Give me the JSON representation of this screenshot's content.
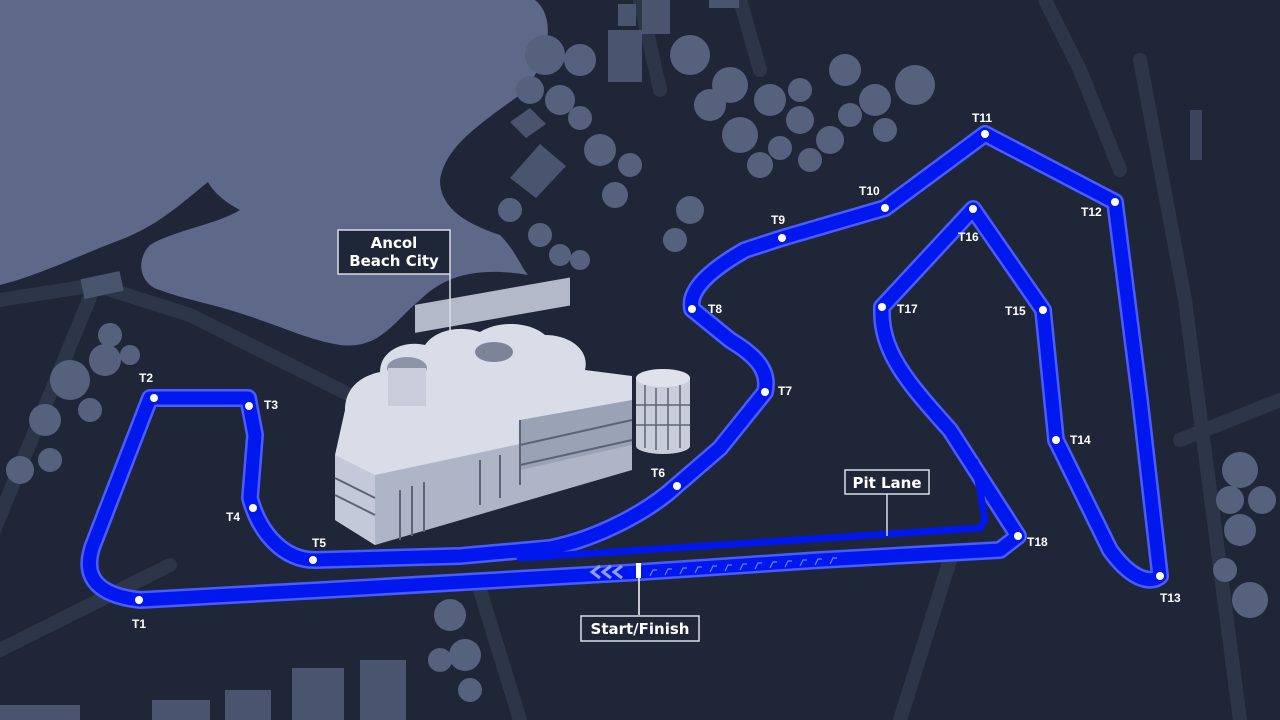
{
  "colors": {
    "background": "#1f2637",
    "water": "#5e6888",
    "trees": "#56617e",
    "buildings": "#4a546f",
    "roads": "#2d3649",
    "track": "#0018ee",
    "track_edge": "#4a5cff",
    "labels": "#ffffff"
  },
  "landmark": {
    "line1": "Ancol",
    "line2": "Beach City"
  },
  "callouts": {
    "pit_lane": "Pit Lane",
    "start_finish": "Start/Finish"
  },
  "turns": {
    "T1": "T1",
    "T2": "T2",
    "T3": "T3",
    "T4": "T4",
    "T5": "T5",
    "T6": "T6",
    "T7": "T7",
    "T8": "T8",
    "T9": "T9",
    "T10": "T10",
    "T11": "T11",
    "T12": "T12",
    "T13": "T13",
    "T14": "T14",
    "T15": "T15",
    "T16": "T16",
    "T17": "T17",
    "T18": "T18"
  },
  "icons": {
    "trees": "tree-cluster-icon",
    "direction": "direction-chevrons-icon"
  }
}
